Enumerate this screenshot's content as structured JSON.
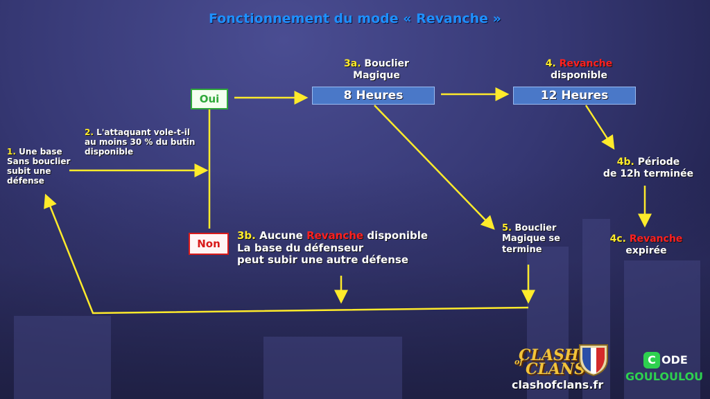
{
  "title": "Fonctionnement du mode « Revanche »",
  "step1": {
    "num": "1.",
    "lines": [
      "Une base",
      "Sans bouclier",
      "subit une",
      "défense"
    ]
  },
  "step2": {
    "num": "2.",
    "line1": "L'attaquant vole-t-il",
    "line2": "au moins 30 % du butin",
    "line3": "disponible"
  },
  "oui": "Oui",
  "non": "Non",
  "step3a": {
    "num": "3a.",
    "text1": "Bouclier",
    "text2": "Magique",
    "box": "8 Heures"
  },
  "step4": {
    "num": "4.",
    "rev": "Revanche",
    "text2": "disponible",
    "box": "12 Heures"
  },
  "step4b": {
    "num": "4b.",
    "text1": "Période",
    "text2": "de 12h terminée"
  },
  "step4c": {
    "num": "4c.",
    "rev": "Revanche",
    "text2": "expirée"
  },
  "step3b": {
    "num": "3b.",
    "pre": "Aucune",
    "rev": "Revanche",
    "post": "disponible",
    "line2": "La base du défenseur",
    "line3": "peut subir une autre défense"
  },
  "step5": {
    "num": "5.",
    "text1": "Bouclier",
    "text2": "Magique se",
    "text3": "termine"
  },
  "logo": {
    "clash": "CLASH",
    "of": "of",
    "clans": "CLANS",
    "site": "clashofclans.fr"
  },
  "code": {
    "letter": "C",
    "word": "ODE",
    "name": "GOULOULOU"
  },
  "colors": {
    "accent": "#ffeb2b",
    "revanche": "#ff2020",
    "title": "#1e90ff",
    "box": "#4a78c8",
    "oui": "#2fa83a",
    "non": "#d81a1a"
  }
}
